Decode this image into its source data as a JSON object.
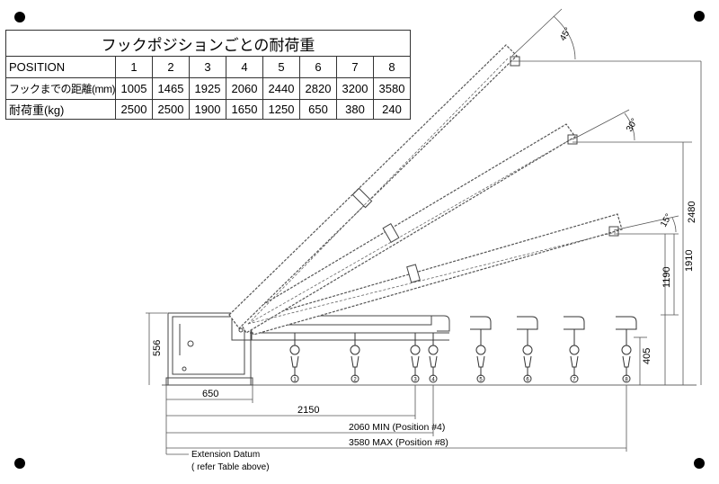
{
  "table": {
    "title": "フックポジションごとの耐荷重",
    "header_label": "POSITION",
    "positions": [
      "1",
      "2",
      "3",
      "4",
      "5",
      "6",
      "7",
      "8"
    ],
    "distance_label": "フックまでの距離(mm)",
    "distances": [
      "1005",
      "1465",
      "1925",
      "2060",
      "2440",
      "2820",
      "3200",
      "3580"
    ],
    "capacity_label": "耐荷重(kg)",
    "capacities": [
      "2500",
      "2500",
      "1900",
      "1650",
      "1250",
      "650",
      "380",
      "240"
    ]
  },
  "drawing": {
    "angles": [
      "45°",
      "30°",
      "15°"
    ],
    "dim_556": "556",
    "dim_1190": "1190",
    "dim_1910": "1910",
    "dim_2480": "2480",
    "dim_405": "405",
    "dim_650": "650",
    "dim_2150": "2150",
    "dim_min": "2060 MIN (Position #4)",
    "dim_max": "3580 MAX (Position #8)",
    "datum_line1": "Extension Datum",
    "datum_line2": "( refer Table above)",
    "hook_numbers": [
      "1",
      "2",
      "3",
      "4",
      "5",
      "6",
      "7",
      "8"
    ]
  }
}
